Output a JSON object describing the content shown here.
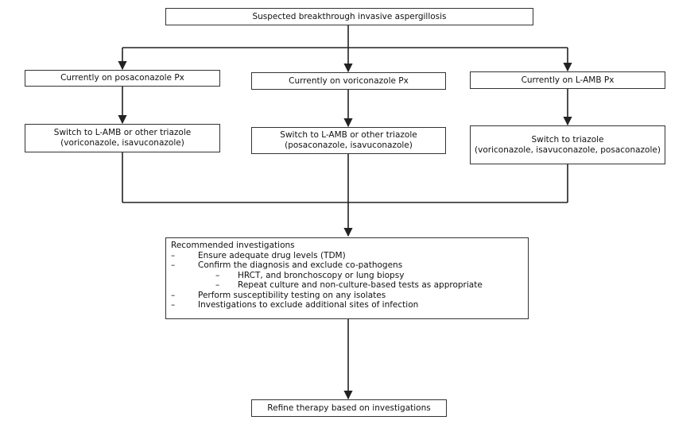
{
  "top": {
    "label": "Suspected breakthrough invasive aspergillosis"
  },
  "branches": [
    {
      "current": "Currently on posaconazole Px",
      "switch": [
        "Switch to L-AMB or other triazole",
        "(voriconazole, isavuconazole)"
      ]
    },
    {
      "current": "Currently on voriconazole Px",
      "switch": [
        "Switch to L-AMB or other triazole",
        "(posaconazole, isavuconazole)"
      ]
    },
    {
      "current": "Currently on L-AMB Px",
      "switch": [
        "Switch to triazole",
        "(voriconazole, isavuconazole, posaconazole)"
      ]
    }
  ],
  "investigations": {
    "title": "Recommended investigations",
    "bullet": "–",
    "items": [
      "Ensure adequate drug levels (TDM)",
      "Confirm the diagnosis and exclude co-pathogens",
      "Perform susceptibility testing on any isolates",
      "Investigations to exclude additional sites of infection"
    ],
    "subitems": [
      "HRCT, and bronchoscopy or lung biopsy",
      "Repeat culture and non-culture-based tests as appropriate"
    ]
  },
  "final": {
    "label": "Refine therapy based on investigations"
  }
}
